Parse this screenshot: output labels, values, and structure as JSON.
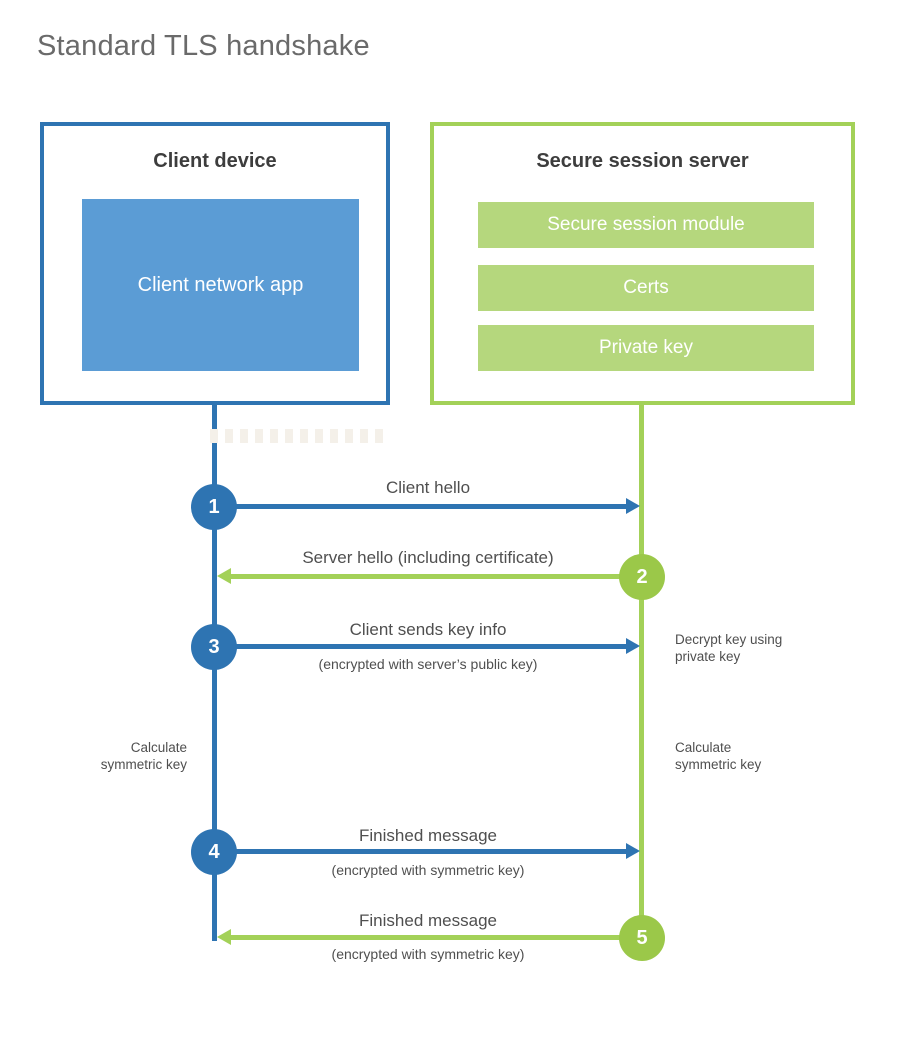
{
  "title": "Standard TLS handshake",
  "colors": {
    "client_blue": "#2e74b2",
    "client_app_fill": "#5b9cd5",
    "server_green": "#a3d158",
    "server_module_fill": "#b5d77d",
    "server_circle_green": "#9bc849",
    "label_text": "#4f4f4f",
    "title_text": "#6a6a6a"
  },
  "client": {
    "title": "Client device",
    "app_label": "Client network app"
  },
  "server": {
    "title": "Secure session server",
    "modules": [
      "Secure session module",
      "Certs",
      "Private key"
    ]
  },
  "steps": [
    {
      "number": "1",
      "label": "Client hello",
      "sublabel": "",
      "from": "client",
      "to": "server"
    },
    {
      "number": "2",
      "label": "Server hello (including certificate)",
      "sublabel": "",
      "from": "server",
      "to": "client"
    },
    {
      "number": "3",
      "label": "Client sends key info",
      "sublabel": "(encrypted with server’s public key)",
      "from": "client",
      "to": "server"
    },
    {
      "number": "4",
      "label": "Finished message",
      "sublabel": "(encrypted with symmetric key)",
      "from": "client",
      "to": "server"
    },
    {
      "number": "5",
      "label": "Finished message",
      "sublabel": "(encrypted with symmetric key)",
      "from": "server",
      "to": "client"
    }
  ],
  "annotations": {
    "decrypt_note": "Decrypt key using private key",
    "calculate_left": "Calculate symmetric key",
    "calculate_right": "Calculate symmetric key"
  }
}
